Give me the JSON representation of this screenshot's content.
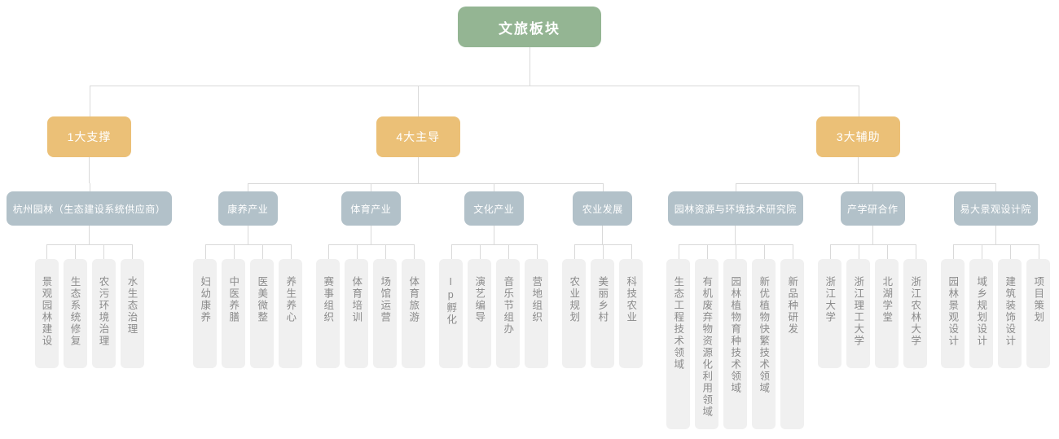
{
  "colors": {
    "root": "#94b593",
    "branch": "#ebc077",
    "group": "#b2c1c9",
    "leaf_bg": "#f0f0f0",
    "leaf_text": "#8b8b8b",
    "line": "#d9d9d9"
  },
  "tree": {
    "root": {
      "label": "文旅板块"
    },
    "branches": [
      {
        "label": "1大支撑",
        "children": [
          {
            "label": "杭州园林（生态建设系统供应商）",
            "leaves": [
              "景观园林建设",
              "生态系统修复",
              "农污环境治理",
              "水生态治理"
            ]
          }
        ]
      },
      {
        "label": "4大主导",
        "children": [
          {
            "label": "康养产业",
            "leaves": [
              "妇幼康养",
              "中医养膳",
              "医美微整",
              "养生养心"
            ]
          },
          {
            "label": "体育产业",
            "leaves": [
              "赛事组织",
              "体育培训",
              "场馆运营",
              "体育旅游"
            ]
          },
          {
            "label": "文化产业",
            "leaves": [
              "Ip孵化",
              "演艺编导",
              "音乐节组办",
              "营地组织"
            ]
          },
          {
            "label": "农业发展",
            "leaves": [
              "农业规划",
              "美丽乡村",
              "科技农业"
            ]
          }
        ]
      },
      {
        "label": "3大辅助",
        "children": [
          {
            "label": "园林资源与环境技术研究院",
            "leaves": [
              "生态工程技术领域",
              "有机废弃物资源化利用领域",
              "园林植物育种技术领域",
              "新优植物快繁技术领域",
              "新品种研发"
            ]
          },
          {
            "label": "产学研合作",
            "leaves": [
              "浙江大学",
              "浙江理工大学",
              "北湖学堂",
              "浙江农林大学"
            ]
          },
          {
            "label": "易大景观设计院",
            "leaves": [
              "园林景观设计",
              "域乡规划设计",
              "建筑装饰设计",
              "项目策划"
            ]
          }
        ]
      }
    ]
  }
}
